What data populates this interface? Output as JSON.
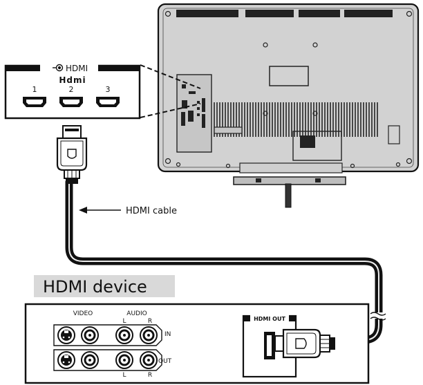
{
  "hdmi_panel": {
    "header": "HDMI",
    "logo": "Hdmi",
    "ports": [
      "1",
      "2",
      "3"
    ]
  },
  "callouts": {
    "cable": "HDMI cable"
  },
  "device": {
    "title": "HDMI device",
    "video_label": "VIDEO",
    "audio_label": "AUDIO",
    "left_label": "L",
    "right_label": "R",
    "in_label": "IN",
    "out_label": "OUT",
    "hdmi_out_label": "HDMI OUT"
  },
  "icons": [
    "hdmi-symbol-icon",
    "hdmi-logo-icon",
    "tv-back-icon",
    "hdmi-plug-icon",
    "cable-break-icon"
  ]
}
